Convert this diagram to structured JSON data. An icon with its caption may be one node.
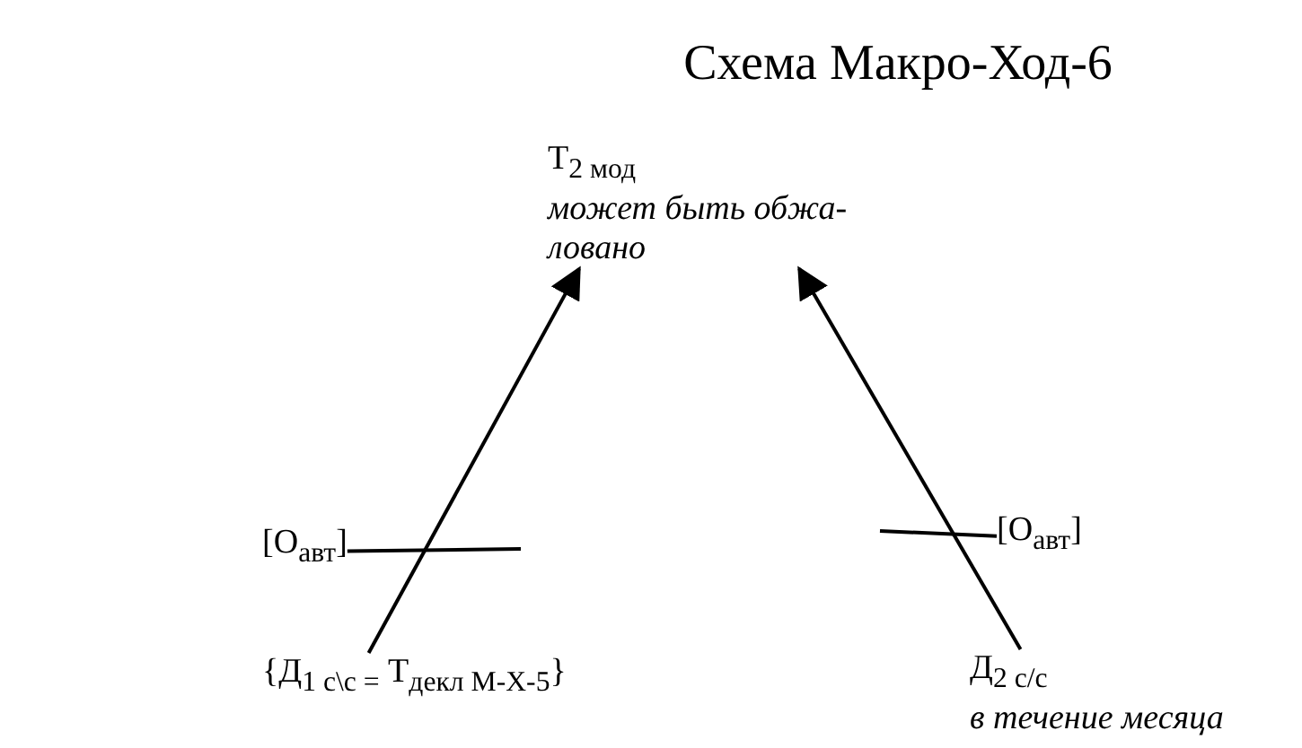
{
  "diagram": {
    "title": "Схема Макро-Ход-6",
    "nodes": [
      {
        "text": [
          "Т$_{2 мод}$",
          "может быть обжа- ловано"
        ]
      },
      {
        "text": [
          "{Д$_{1 с\\с =}$ Т$_{декл М-Х-5}$}"
        ]
      },
      {
        "text": [
          "Д$_{2 с/с}$",
          "в течение месяца"
        ]
      },
      {
        "text": [
          "[О$_{авт}$]"
        ]
      },
      {
        "text": [
          "[О$_{авт}$]"
        ]
      }
    ],
    "edges": [
      {
        "from": 1,
        "to": 0,
        "arrow": "to"
      },
      {
        "from": 2,
        "to": 0,
        "arrow": "to"
      },
      {
        "from": 3,
        "to": null,
        "arrow": "none"
      },
      {
        "from": 4,
        "to": null,
        "arrow": "none"
      }
    ]
  }
}
